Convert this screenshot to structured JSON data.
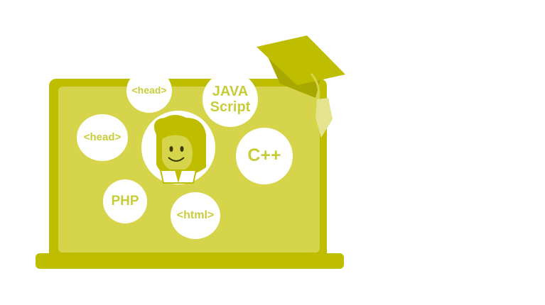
{
  "labels": {
    "head_top": "<head>",
    "javascript": "JAVA\nScript",
    "head_left": "<head>",
    "cpp": "C++",
    "php": "PHP",
    "html": "<html>"
  },
  "icons": [
    "laptop-icon",
    "graduation-cap-icon",
    "mascot-icon"
  ],
  "colors": {
    "laptop_frame": "#bfbd00",
    "screen": "#d6d44a",
    "cap": "#bfbd00",
    "tassel": "#e4e38e",
    "bubble_bg": "#ffffff",
    "bubble_text": "#c9cc3a"
  }
}
